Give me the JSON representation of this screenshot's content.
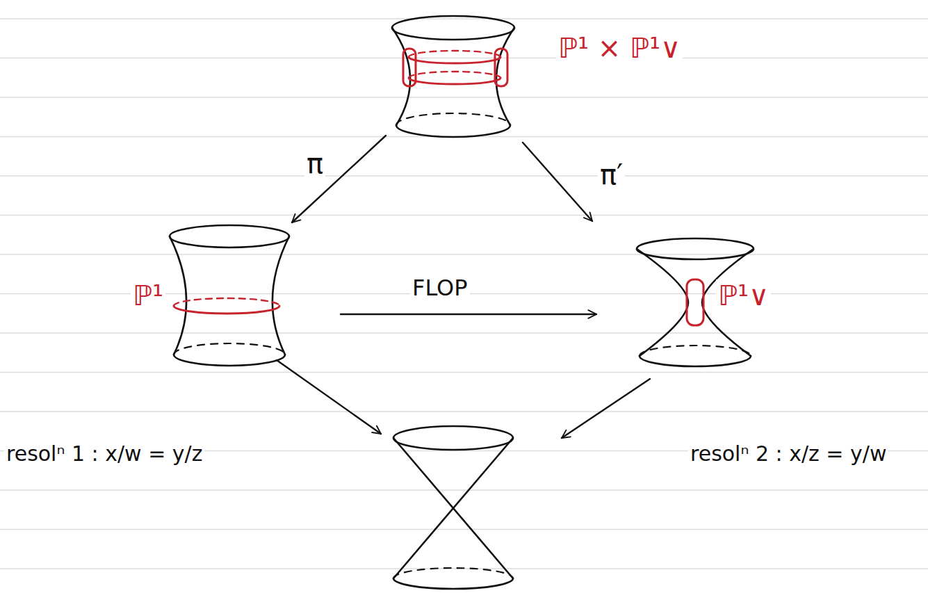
{
  "diagram": {
    "labels": [
      "ℙ¹ × ℙ¹∨",
      "π",
      "π′",
      "ℙ¹",
      "FLOP",
      "ℙ¹∨",
      "resolⁿ 1 : x/w = y/z",
      "resolⁿ 2 : x/z = y/w"
    ]
  }
}
